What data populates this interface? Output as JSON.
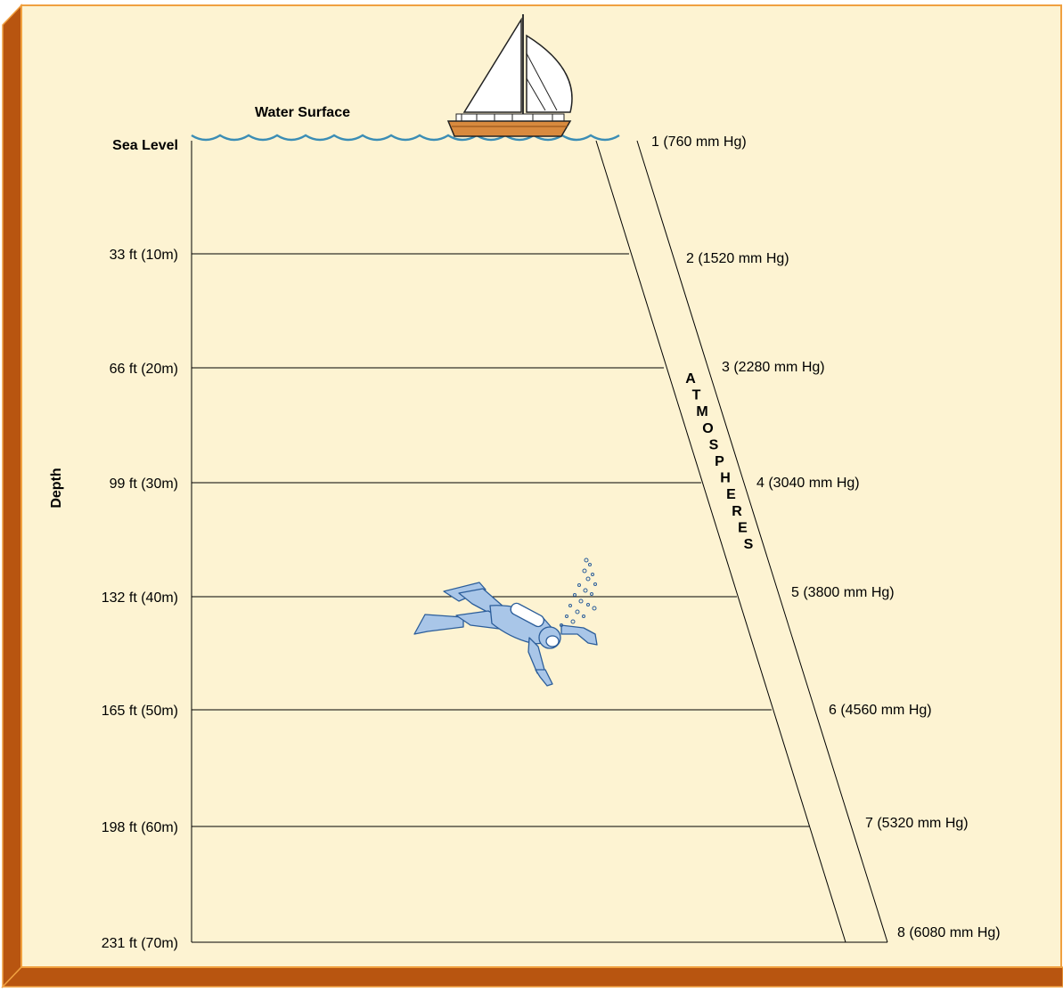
{
  "surface": {
    "water_label": "Water Surface",
    "sea_level_label": "Sea Level"
  },
  "axis": {
    "label": "Depth"
  },
  "column": {
    "label": "ATMOSPHERES"
  },
  "depths": [
    {
      "label": "33 ft (10m)"
    },
    {
      "label": "66 ft (20m)"
    },
    {
      "label": "99 ft (30m)"
    },
    {
      "label": "132 ft (40m)"
    },
    {
      "label": "165 ft (50m)"
    },
    {
      "label": "198 ft (60m)"
    },
    {
      "label": "231 ft (70m)"
    }
  ],
  "pressures": [
    {
      "label": "1 (760 mm Hg)"
    },
    {
      "label": "2 (1520 mm Hg)"
    },
    {
      "label": "3 (2280 mm Hg)"
    },
    {
      "label": "4 (3040 mm Hg)"
    },
    {
      "label": "5 (3800 mm Hg)"
    },
    {
      "label": "6 (4560 mm Hg)"
    },
    {
      "label": "7 (5320 mm Hg)"
    },
    {
      "label": "8 (6080 mm Hg)"
    }
  ],
  "colors": {
    "background": "#fdf3d2",
    "border_orange": "#f0a040",
    "side_brown": "#b85510",
    "water_blue": "#3b8db5",
    "diver_blue": "#a9c6e8",
    "diver_outline": "#2b5d9a",
    "hull_orange": "#d98a3e"
  },
  "icons": {
    "boat": "sailboat-icon",
    "diver": "scuba-diver-icon"
  }
}
